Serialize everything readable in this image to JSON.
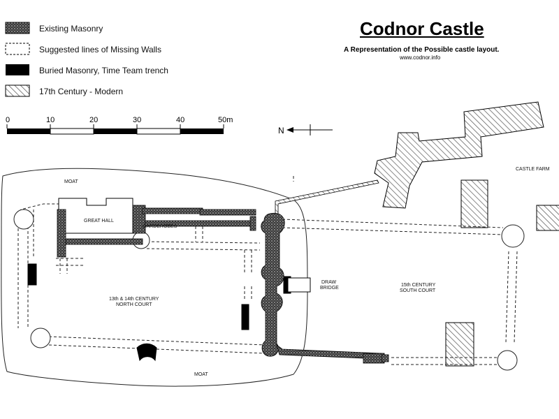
{
  "title": "Codnor Castle",
  "subtitle": "A Representation of the Possible castle layout.",
  "website": "www.codnor.info",
  "legend": {
    "existing": "Existing Masonry",
    "suggested": "Suggested lines of Missing Walls",
    "buried": "Buried Masonry, Time Team trench",
    "modern": "17th Century - Modern"
  },
  "scale": {
    "ticks": [
      "0",
      "10",
      "20",
      "30",
      "40",
      "50m"
    ]
  },
  "north_label": "N",
  "labels": {
    "moat_top": "MOAT",
    "moat_bottom": "MOAT",
    "great_hall": "GREAT HALL",
    "garderobes": "GARDEROBES",
    "north_court_1": "13th & 14th CENTURY",
    "north_court_2": "NORTH COURT",
    "draw_1": "DRAW",
    "draw_2": "BRIDGE",
    "south_court_1": "15th CENTURY",
    "south_court_2": "SOUTH COURT",
    "castle_farm": "CASTLE FARM"
  },
  "colors": {
    "masonry": "#333333",
    "buried": "#000000",
    "hatch": "#555555",
    "line": "#222222"
  }
}
